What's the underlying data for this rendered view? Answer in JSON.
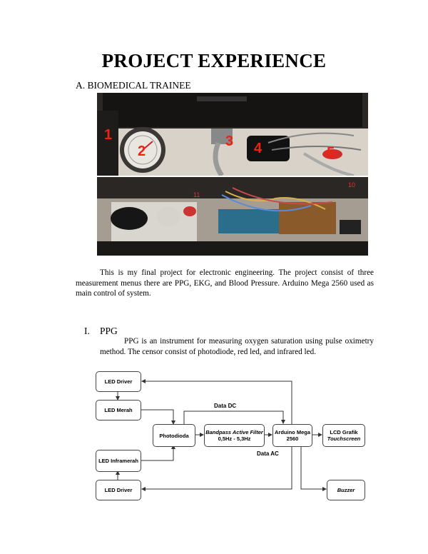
{
  "title": "PROJECT EXPERIENCE",
  "section_a": "A.  BIOMEDICAL TRAINEE",
  "intro": "This is my final project for electronic engineering. The project consist of three measurement menus there are PPG, EKG, and Blood Pressure. Arduino Mega 2560 used as main control of system.",
  "section_i": {
    "number": "I.",
    "title": "PPG"
  },
  "ppg_description": "PPG is an instrument for measuring oxygen saturation using pulse oximetry method. The censor consist of photodiode, red led, and infrared led.",
  "photo_markers": [
    "1",
    "2",
    "3",
    "4",
    "5"
  ],
  "photo2_markers": [
    "11",
    "10"
  ],
  "diagram": {
    "led_driver_top": "LED Driver",
    "led_merah": "LED Merah",
    "photodioda": "Photodioda",
    "bandpass_line1": "Bandpass Active Filter",
    "bandpass_line2": "0,5Hz - 5,3Hz",
    "arduino_line1": "Arduino Mega",
    "arduino_line2": "2560",
    "lcd_line1": "LCD Grafik",
    "lcd_line2": "Touchscreen",
    "led_inframerah": "LED Inframerah",
    "led_driver_bottom": "LED Driver",
    "buzzer": "Buzzer",
    "data_dc": "Data DC",
    "data_ac": "Data AC"
  }
}
